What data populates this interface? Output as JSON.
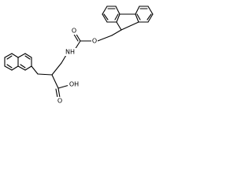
{
  "molecule": {
    "atom_labels": {
      "ether_o": "O",
      "carbonyl_o_carbamate": "O",
      "nh": "NH",
      "oh": "OH",
      "carbonyl_o_acid": "O"
    }
  }
}
